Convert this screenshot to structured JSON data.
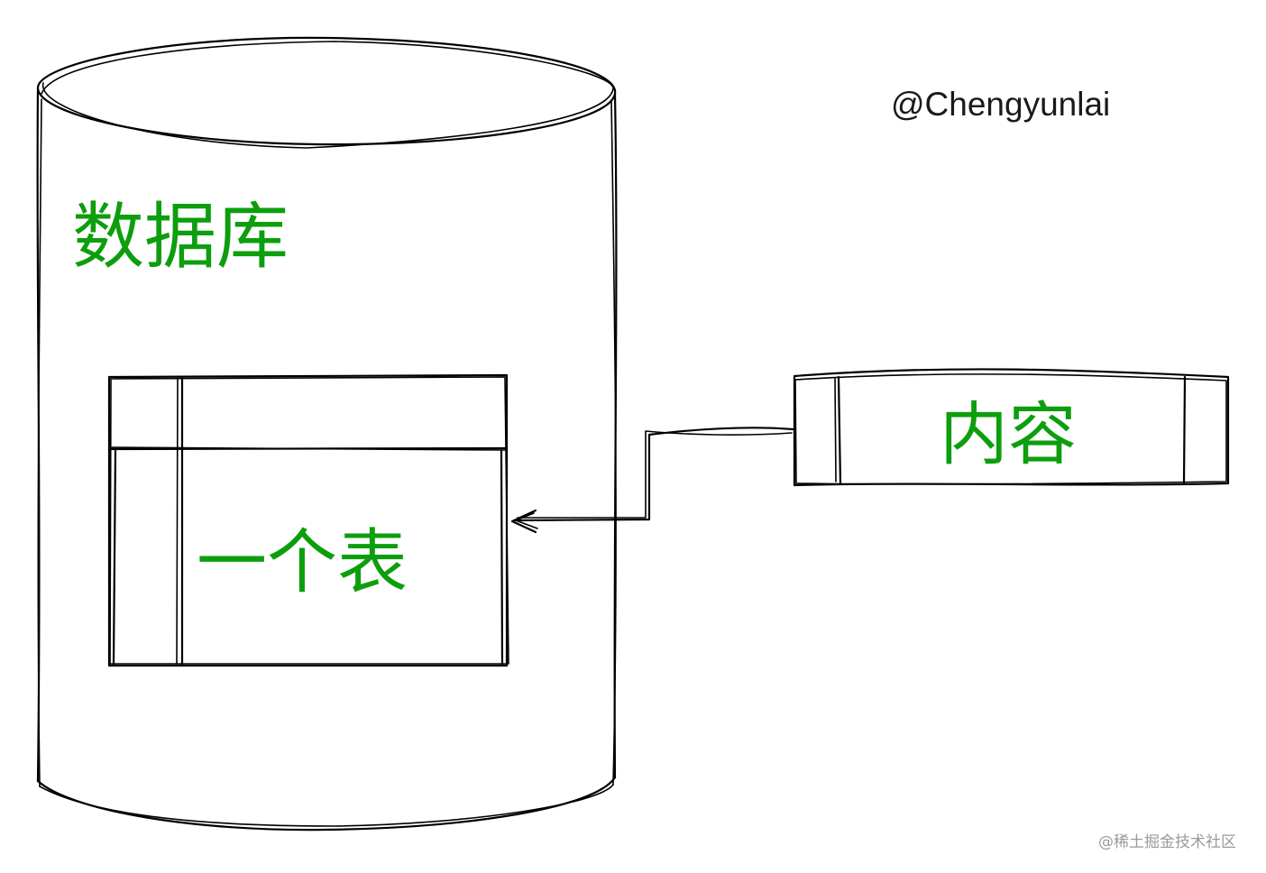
{
  "database": {
    "label": "数据库"
  },
  "table": {
    "label": "一个表"
  },
  "content": {
    "label": "内容"
  },
  "author": {
    "text": "@Chengyunlai"
  },
  "watermark": {
    "text": "@稀土掘金技术社区"
  },
  "colors": {
    "label": "#0d9e0d",
    "stroke": "#000000",
    "author": "#1a1a1a",
    "watermark": "#9a9a9a",
    "background": "#ffffff"
  }
}
